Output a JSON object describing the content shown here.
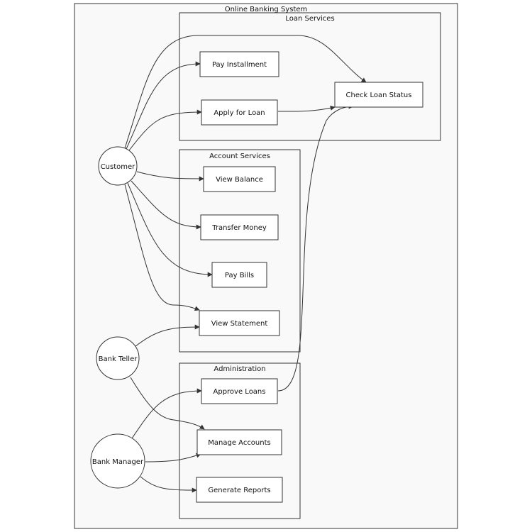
{
  "system": {
    "title": "Online Banking System"
  },
  "groups": {
    "loan": {
      "title": "Loan Services"
    },
    "account": {
      "title": "Account Services"
    },
    "admin": {
      "title": "Administration"
    }
  },
  "actors": {
    "customer": "Customer",
    "teller": "Bank Teller",
    "manager": "Bank Manager"
  },
  "use_cases": {
    "pay_installment": "Pay Installment",
    "apply_loan": "Apply for Loan",
    "check_status": "Check Loan Status",
    "view_balance": "View Balance",
    "transfer_money": "Transfer Money",
    "pay_bills": "Pay Bills",
    "view_statement": "View Statement",
    "approve_loans": "Approve Loans",
    "manage_accounts": "Manage Accounts",
    "generate_reports": "Generate Reports"
  },
  "colors": {
    "line": "#333333",
    "background": "#f9f9f9"
  }
}
